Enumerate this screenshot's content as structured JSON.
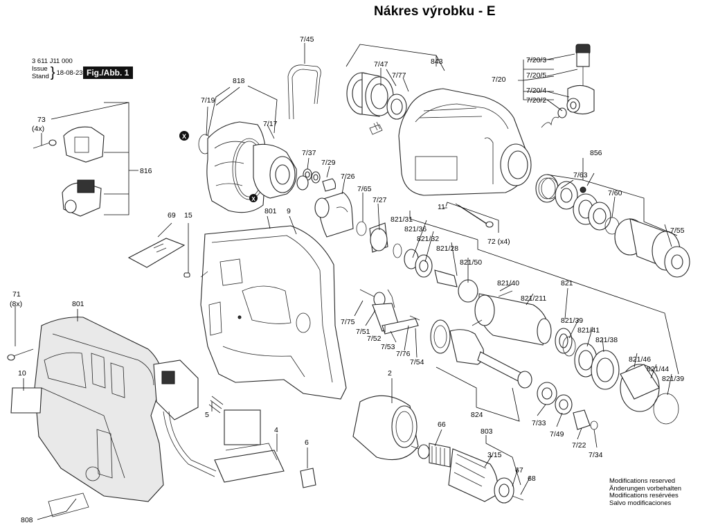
{
  "title": "Nákres výrobku - E",
  "header": {
    "doc_number": "3 611 J11 000",
    "issue_label": "Issue",
    "stand_label": "Stand",
    "date": "18-08-23",
    "figure": "Fig./Abb. 1"
  },
  "modifications": [
    "Modifications reserved",
    "Änderungen vorbehalten",
    "Modifications resérvées",
    "Salvo modificaciones"
  ],
  "labels": {
    "p7_45": "7/45",
    "p7_47": "7/47",
    "p7_77": "7/77",
    "p843": "843",
    "p7_20_3": "7/20/3",
    "p7_20": "7/20",
    "p7_20_5": "7/20/5",
    "p7_20_4": "7/20/4",
    "p7_20_2": "7/20/2",
    "p818": "818",
    "p7_19": "7/19",
    "p7_17": "7/17",
    "p73": "73",
    "p73q": "(4x)",
    "p816": "816",
    "p7_37": "7/37",
    "p7_29": "7/29",
    "p7_26": "7/26",
    "p7_65": "7/65",
    "p7_27": "7/27",
    "p856": "856",
    "p7_63": "7/63",
    "p7_60": "7/60",
    "p7_55": "7/55",
    "p11": "11",
    "p72": "72 (x4)",
    "p69": "69",
    "p15": "15",
    "p801a": "801",
    "p9": "9",
    "p821_31": "821/31",
    "p821_36": "821/36",
    "p821_32": "821/32",
    "p821_28": "821/28",
    "p821_50": "821/50",
    "p821_40": "821/40",
    "p821_211": "821/211",
    "p821": "821",
    "p821_39a": "821/39",
    "p821_41": "821/41",
    "p821_38": "821/38",
    "p821_46": "821/46",
    "p821_44": "821/44",
    "p821_39b": "821/39",
    "p71": "71",
    "p71q": "(8x)",
    "p801b": "801",
    "p10": "10",
    "p7_75": "7/75",
    "p7_51": "7/51",
    "p7_52": "7/52",
    "p7_53": "7/53",
    "p7_76": "7/76",
    "p7_54": "7/54",
    "p2": "2",
    "p824": "824",
    "p7_33": "7/33",
    "p7_49": "7/49",
    "p7_22": "7/22",
    "p7_34": "7/34",
    "p5": "5",
    "p4": "4",
    "p6": "6",
    "p66": "66",
    "p803": "803",
    "p3_15": "3/15",
    "p67": "67",
    "p68": "68",
    "p808": "808",
    "x1": "X",
    "x2": "X"
  }
}
